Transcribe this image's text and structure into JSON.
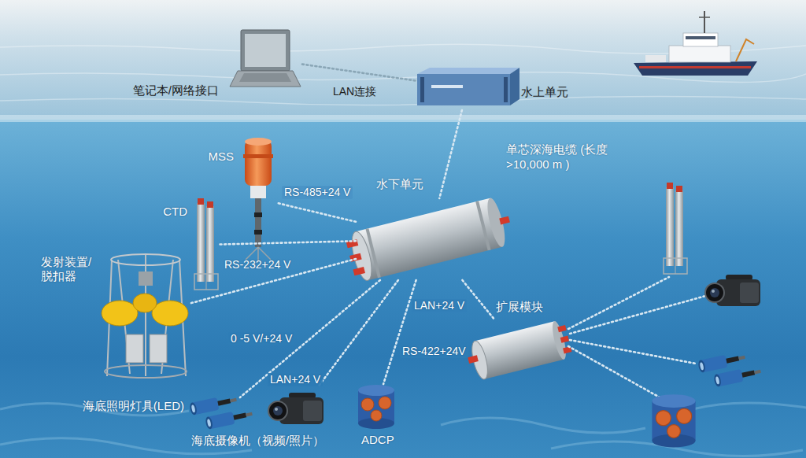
{
  "diagram": {
    "nodes": [
      {
        "text": [
          "笔记本/网络接口"
        ]
      },
      {
        "text": [
          "水上单元"
        ]
      },
      {
        "text": [
          "MSS"
        ]
      },
      {
        "text": [
          "CTD"
        ]
      },
      {
        "text": [
          "水下单元"
        ]
      },
      {
        "text": [
          "发射装置/脱扣器"
        ]
      },
      {
        "text": [
          "海底照明灯具(LED)"
        ]
      },
      {
        "text": [
          "海底摄像机（视频/照片）"
        ]
      },
      {
        "text": [
          "ADCP"
        ]
      },
      {
        "text": [
          "扩展模块"
        ]
      }
    ],
    "edges": [
      {
        "from": 0,
        "to": 1,
        "label": "LAN连接",
        "arrow": "none"
      },
      {
        "from": 1,
        "to": 4,
        "label": "单芯深海电缆 (长度>10,000 m )",
        "arrow": "none"
      },
      {
        "from": 4,
        "to": 2,
        "label": "RS-485+24 V",
        "arrow": "none"
      },
      {
        "from": 4,
        "to": 3,
        "label": "RS-232+24 V",
        "arrow": "none"
      },
      {
        "from": 4,
        "to": 5,
        "arrow": "none"
      },
      {
        "from": 4,
        "to": 6,
        "label": "0 -5 V/+24 V",
        "arrow": "none"
      },
      {
        "from": 4,
        "to": 7,
        "label": "LAN+24 V",
        "arrow": "none"
      },
      {
        "from": 4,
        "to": 8,
        "label": "RS-422+24V",
        "arrow": "none"
      },
      {
        "from": 4,
        "to": 9,
        "label": "LAN+24 V",
        "arrow": "none"
      }
    ]
  }
}
